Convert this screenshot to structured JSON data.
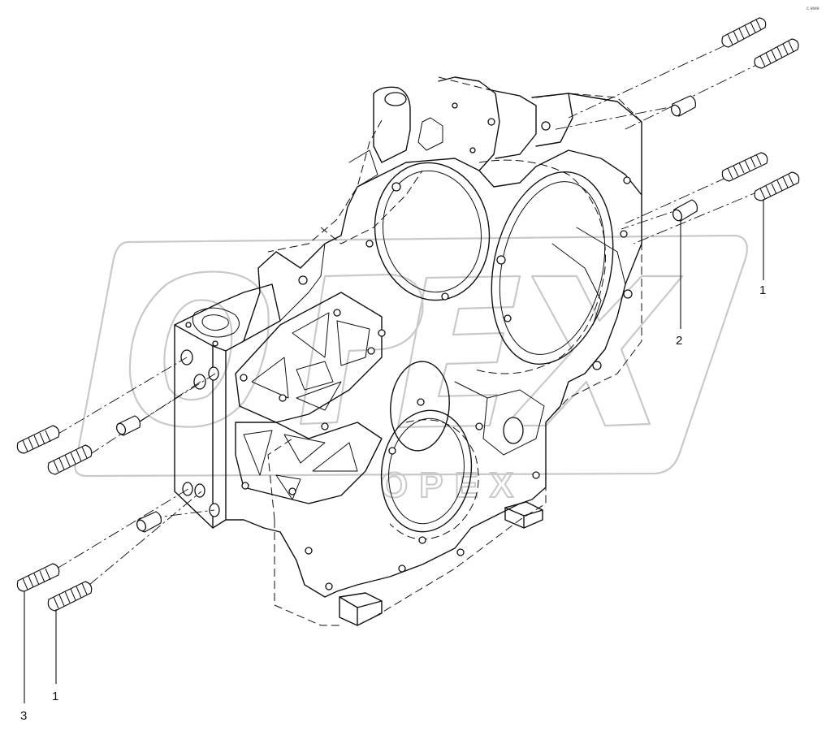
{
  "diagram": {
    "corner_code": "c ewe",
    "watermark_text": "OPEX",
    "callouts": [
      {
        "id": "c1a",
        "label": "1"
      },
      {
        "id": "c2",
        "label": "2"
      },
      {
        "id": "c1b",
        "label": "1"
      },
      {
        "id": "c3",
        "label": "3"
      }
    ],
    "parts": [
      {
        "ref": "1",
        "name": "stud"
      },
      {
        "ref": "2",
        "name": "dowel bushing"
      },
      {
        "ref": "3",
        "name": "stud"
      }
    ]
  }
}
